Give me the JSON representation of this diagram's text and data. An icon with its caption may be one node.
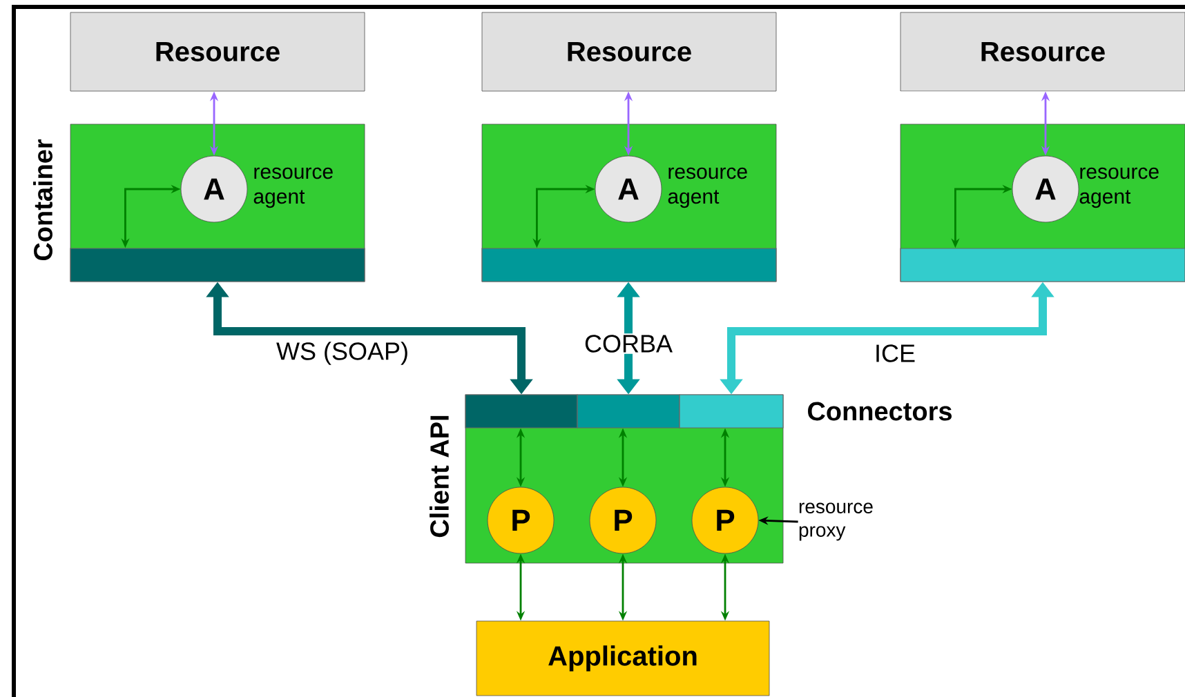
{
  "diagram": {
    "nodes": [
      {
        "text": [
          "Resource"
        ]
      },
      {
        "text": [
          "Resource"
        ]
      },
      {
        "text": [
          "Resource"
        ]
      },
      {
        "text": [],
        "shape": "box"
      },
      {
        "text": [
          "A"
        ],
        "beside": [
          "resource agent"
        ],
        "in": 3
      },
      {
        "text": [],
        "shape": "bar",
        "in": 3
      },
      {
        "text": [],
        "shape": "box"
      },
      {
        "text": [
          "A"
        ],
        "beside": [
          "resource agent"
        ],
        "in": 6
      },
      {
        "text": [],
        "shape": "bar",
        "in": 6
      },
      {
        "text": [],
        "shape": "box"
      },
      {
        "text": [
          "A"
        ],
        "beside": [
          "resource agent"
        ],
        "in": 9
      },
      {
        "text": [],
        "shape": "bar",
        "in": 9
      },
      {
        "text": [],
        "shape": "box"
      },
      {
        "text": [],
        "shape": "bar",
        "in": 12
      },
      {
        "text": [],
        "shape": "bar",
        "in": 12
      },
      {
        "text": [],
        "shape": "bar",
        "in": 12
      },
      {
        "text": [
          "P"
        ],
        "in": 12
      },
      {
        "text": [
          "P"
        ],
        "in": 12
      },
      {
        "text": [
          "P"
        ],
        "in": 12
      },
      {
        "text": [
          "resource proxy"
        ]
      },
      {
        "text": [
          "Application"
        ]
      }
    ],
    "edges": [
      {
        "from": 0,
        "to": 4,
        "arrow": "both",
        "color": "#9966ff"
      },
      {
        "from": 1,
        "to": 7,
        "arrow": "both",
        "color": "#9966ff"
      },
      {
        "from": 2,
        "to": 10,
        "arrow": "both",
        "color": "#9966ff"
      },
      {
        "from": 4,
        "to": 5,
        "arrow": "both"
      },
      {
        "from": 7,
        "to": 8,
        "arrow": "both"
      },
      {
        "from": 10,
        "to": 11,
        "arrow": "both"
      },
      {
        "from": 13,
        "to": 5,
        "arrow": "both",
        "label": "WS (SOAP)",
        "style": "thick",
        "color": "#006666"
      },
      {
        "from": 14,
        "to": 8,
        "arrow": "both",
        "label": "CORBA",
        "style": "thick",
        "color": "#009999"
      },
      {
        "from": 15,
        "to": 11,
        "arrow": "both",
        "label": "ICE",
        "style": "thick",
        "color": "#33cccc"
      },
      {
        "from": 13,
        "to": 16,
        "arrow": "both"
      },
      {
        "from": 14,
        "to": 17,
        "arrow": "both"
      },
      {
        "from": 15,
        "to": 18,
        "arrow": "both"
      },
      {
        "from": 16,
        "to": 20,
        "arrow": "both"
      },
      {
        "from": 17,
        "to": 20,
        "arrow": "both"
      },
      {
        "from": 18,
        "to": 20,
        "arrow": "both"
      },
      {
        "from": 19,
        "to": 18,
        "arrow": "to",
        "color": "#000000"
      }
    ],
    "labels": [
      "Container",
      "Client API",
      "Connectors"
    ]
  }
}
